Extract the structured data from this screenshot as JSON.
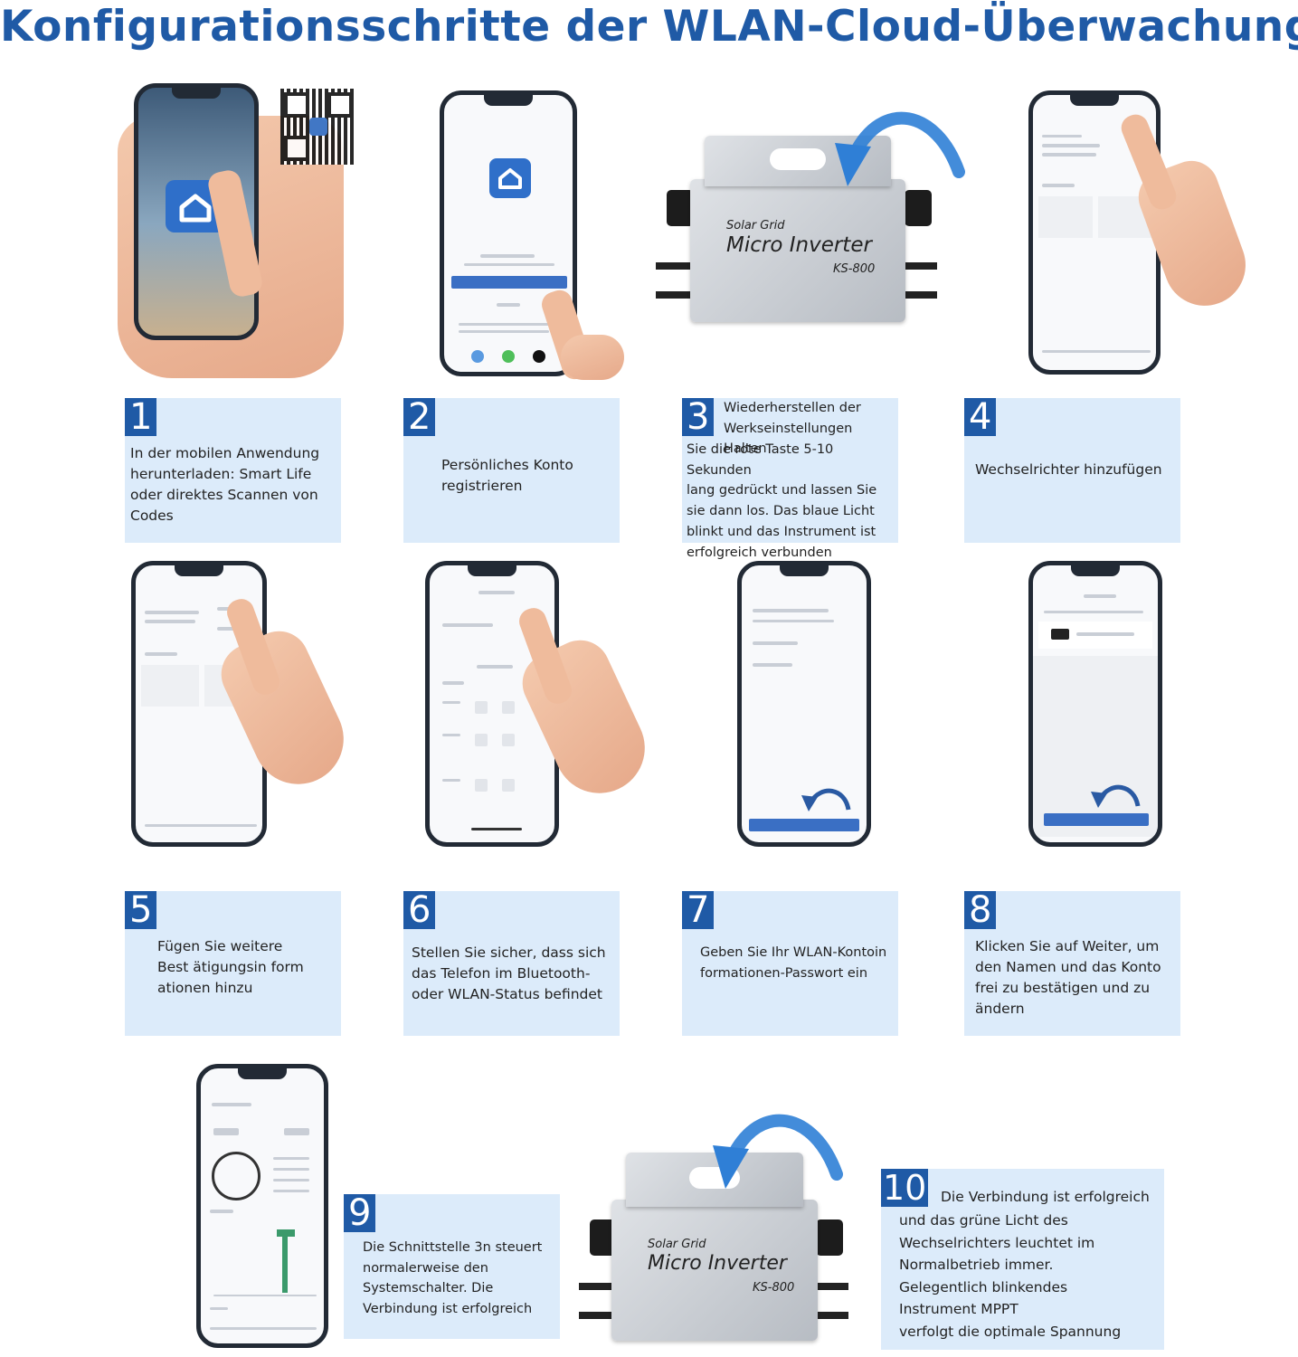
{
  "title": "Konfigurationsschritte der WLAN-Cloud-Überwachung",
  "inverter": {
    "brand_line1": "Solar Grid",
    "brand_line2": "Micro Inverter",
    "model": "KS-800"
  },
  "colors": {
    "accent": "#1f5aa6",
    "box_bg": "#dcebfa",
    "arrow": "#2f7fd6"
  },
  "steps": [
    {
      "num": "1",
      "text": "In der mobilen Anwendung\nherunterladen: Smart Life\noder direktes Scannen von\nCodes"
    },
    {
      "num": "2",
      "text": "Persönliches Konto\nregistrieren"
    },
    {
      "num": "3",
      "text_head": "Wiederherstellen der\nWerkseinstellungen Halten",
      "text": "Sie die rote Taste 5-10 Sekunden\n lang gedrückt und lassen Sie\nsie dann los. Das blaue Licht\nblinkt und das Instrument ist\nerfolgreich verbunden"
    },
    {
      "num": "4",
      "text": "Wechselrichter hinzufügen"
    },
    {
      "num": "5",
      "text": "Fügen Sie weitere\nBest ätigungsin form\nationen hinzu"
    },
    {
      "num": "6",
      "text": "Stellen Sie sicher, dass sich\ndas Telefon im Bluetooth-\noder WLAN-Status befindet"
    },
    {
      "num": "7",
      "text": "Geben Sie Ihr WLAN-Kontoin\nformationen-Passwort ein"
    },
    {
      "num": "8",
      "text": "Klicken Sie auf Weiter, um\nden Namen und das Konto\nfrei zu bestätigen und zu\nändern"
    },
    {
      "num": "9",
      "text": "Die Schnittstelle 3n steuert\nnormalerweise den\nSystemschalter. Die\nVerbindung ist erfolgreich"
    },
    {
      "num": "10",
      "text_head": "Die Verbindung ist erfolgreich",
      "text": "und das grüne Licht des\nWechselrichters leuchtet im\nNormalbetrieb immer.\nGelegentlich blinkendes\nInstrument MPPT\nverfolgt die optimale Spannung"
    }
  ]
}
